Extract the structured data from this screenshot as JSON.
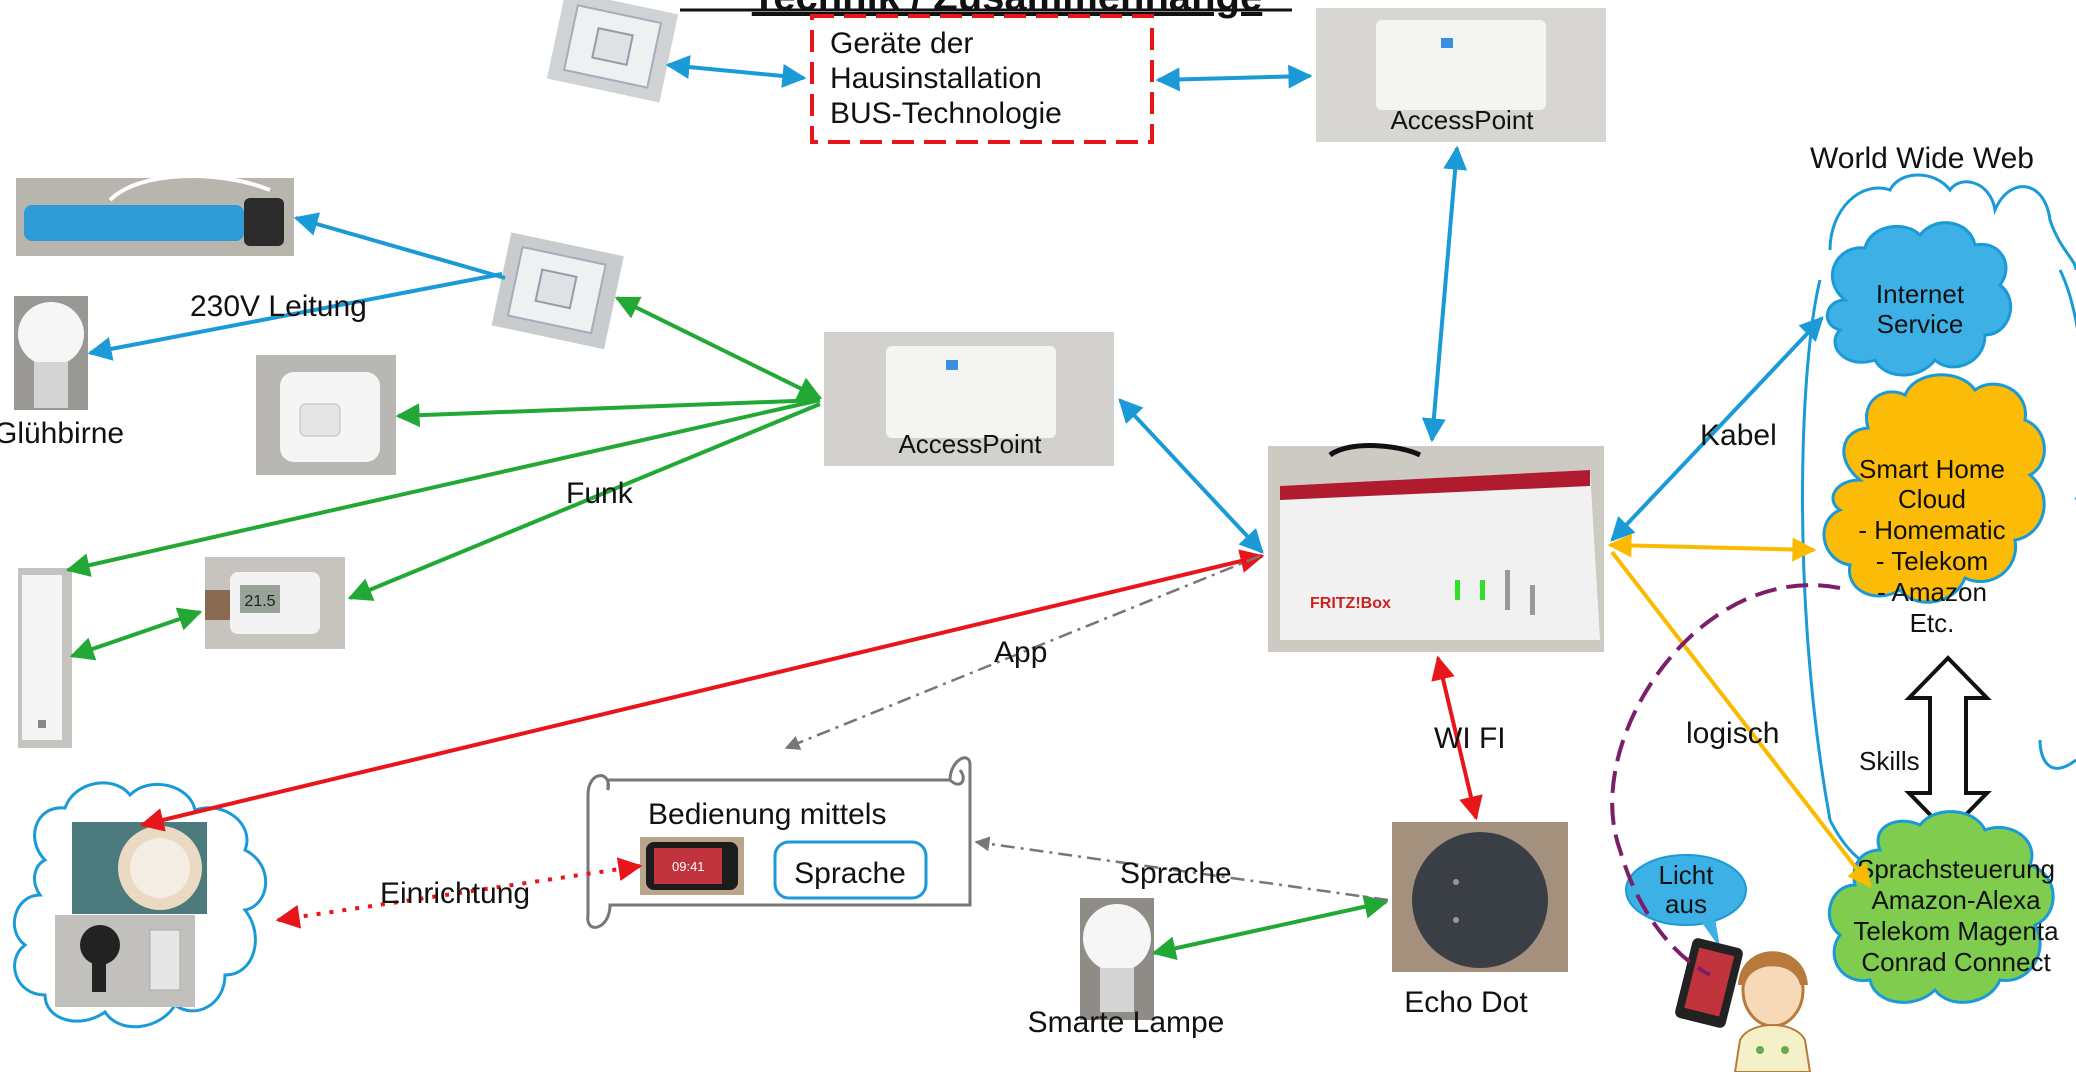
{
  "title": "Technik / Zusammenhänge",
  "labels": {
    "bus_line1": "Geräte der",
    "bus_line2": "Hausinstallation",
    "bus_line3": "BUS-Technologie",
    "accesspoint_top": "AccessPoint",
    "accesspoint_mid": "AccessPoint",
    "world_wide_web": "World Wide Web",
    "internet_line1": "Internet",
    "internet_line2": "Service",
    "leitung_230v": "230V Leitung",
    "gluehbirne": "Glühbirne",
    "funk": "Funk",
    "kabel": "Kabel",
    "app": "App",
    "wifi": "WI FI",
    "logisch": "logisch",
    "skills": "Skills",
    "einrichtung": "Einrichtung",
    "sprache_arrow": "Sprache",
    "bedienung": "Bedienung mittels",
    "sprache_btn": "Sprache",
    "echo_dot": "Echo Dot",
    "smarte_lampe": "Smarte Lampe",
    "licht_line1": "Licht",
    "licht_line2": "aus",
    "router_brand": "FRITZ!Box",
    "thermostat_value": "21.5",
    "phone_time": "09:41"
  },
  "cloud_smart_home": [
    "Smart Home",
    "Cloud",
    "- Homematic",
    "- Telekom",
    "- Amazon",
    "Etc."
  ],
  "cloud_speech": [
    "Sprachsteuerung",
    "Amazon-Alexa",
    "Telekom Magenta",
    "Conrad Connect"
  ],
  "colors": {
    "blue": "#1a9ad6",
    "green": "#22a834",
    "red": "#e8161b",
    "orange": "#fbba00",
    "purple": "#7b1f6a",
    "cloud_blue": "#3db0e6",
    "cloud_orange": "#fbbb06",
    "cloud_green": "#7fcc4f"
  }
}
